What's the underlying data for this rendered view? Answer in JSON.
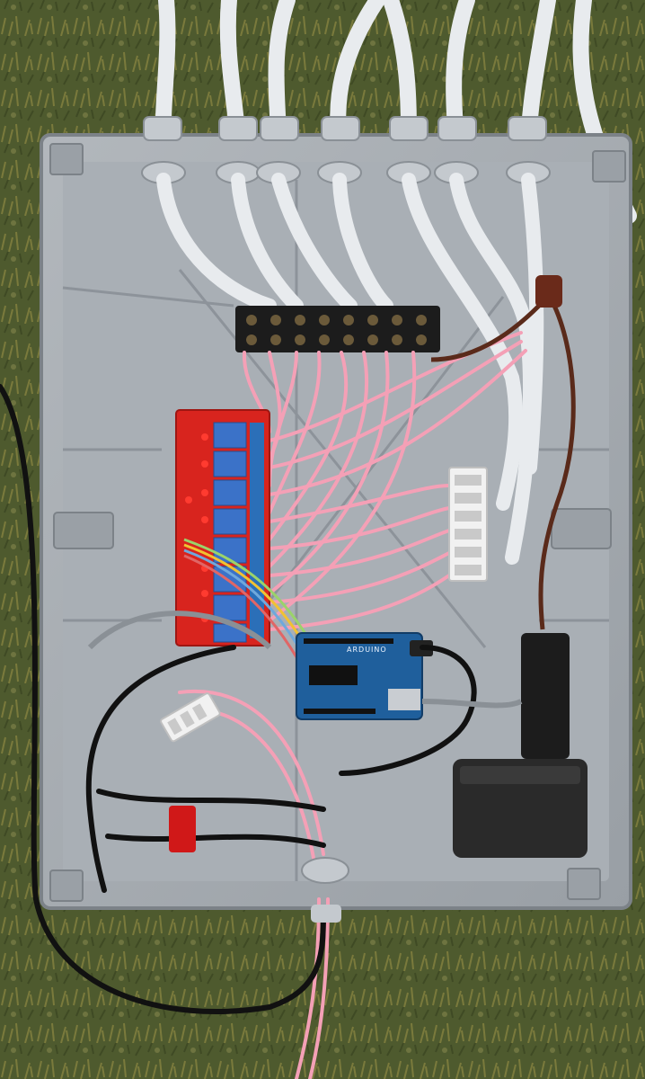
{
  "photo": {
    "subject": "",
    "colors": {
      "grass_dark": "#3f4a24",
      "grass_light": "#7a7a3c",
      "enclosure": "#a6acb2",
      "enclosure_shadow": "#8a9096",
      "cable_white": "#e8ebee",
      "wire_pink": "#f4a0b6",
      "relay_board": "#d8241e",
      "relay_block": "#3b72c8",
      "arduino_board": "#1f5f9c",
      "terminal_black": "#1c1c1c",
      "power_adapter": "#2a2a2a",
      "black_cable": "#111111",
      "brown_cable": "#5a2a1a"
    },
    "board_label": "ARDUINO",
    "led_count": 8,
    "relay_count": 8,
    "cable_gland_count": 7
  }
}
